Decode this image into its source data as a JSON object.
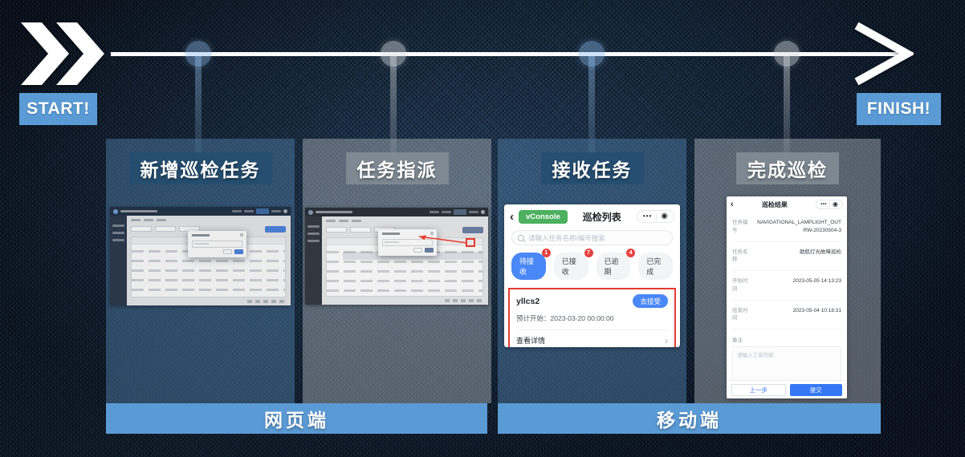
{
  "stage": {
    "start_label": "START!",
    "finish_label": "FINISH!",
    "sections": [
      {
        "label": "网页端"
      },
      {
        "label": "移动端"
      }
    ]
  },
  "panels": [
    {
      "title": "新增巡检任务",
      "tone": "blue"
    },
    {
      "title": "任务指派",
      "tone": "gray"
    },
    {
      "title": "接收任务",
      "tone": "blue"
    },
    {
      "title": "完成巡检",
      "tone": "gray"
    }
  ],
  "task_list_app": {
    "back_icon": "‹",
    "vconsole_label": "vConsole",
    "title": "巡检列表",
    "more_icon": "•••",
    "record_icon": "◉",
    "search_placeholder": "请输入任务名称/编号搜索",
    "tabs": [
      {
        "label": "待接收",
        "badge": "1",
        "active": true
      },
      {
        "label": "已接收",
        "badge": "7",
        "active": false
      },
      {
        "label": "已逾期",
        "badge": "4",
        "active": false
      },
      {
        "label": "已完成",
        "badge": "",
        "active": false
      }
    ],
    "task_card": {
      "name": "yllcs2",
      "accept_button": "去接受",
      "planned_start_label": "预计开始：",
      "planned_start_value": "2023-03-20 00:00:00",
      "detail_link": "查看详情",
      "chevron_icon": "›"
    }
  },
  "result_app": {
    "back_icon": "‹",
    "title": "巡检结果",
    "more_icon": "•••",
    "record_icon": "◉",
    "fields": [
      {
        "label": "任务编号",
        "value": "NAVIGATIONAL_LAMPLIGHT_OUTRW-20230504-3"
      },
      {
        "label": "任务名称",
        "value": "助航灯光故障巡检"
      },
      {
        "label": "开始时间",
        "value": "2023-05-05 14:13:23"
      },
      {
        "label": "结束时间",
        "value": "2023-05-04 10:18:31"
      }
    ],
    "note_label": "备注",
    "note_placeholder": "请输入工单内容",
    "prev_button": "上一步",
    "submit_button": "提交"
  },
  "colors": {
    "accent_blue": "#5b9bd5",
    "primary_blue": "#4a87f7",
    "badge_red": "#e64340",
    "annotation_red": "#e8392b",
    "vconsole_green": "#4cb05f",
    "background_navy": "#0e1a2a"
  }
}
